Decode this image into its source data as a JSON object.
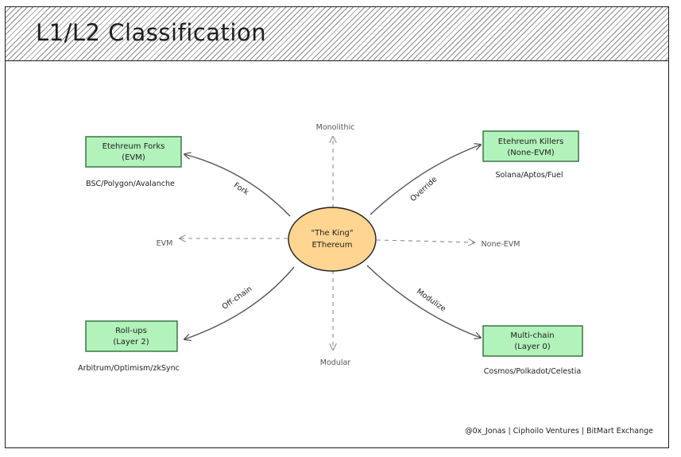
{
  "title": "L1/L2 Classification",
  "center": {
    "line1": "\"The King\"",
    "line2": "EThereum"
  },
  "axes": {
    "top": "Monolithic",
    "bottom": "Modular",
    "left": "EVM",
    "right": "None-EVM"
  },
  "nodes": {
    "top_left": {
      "line1": "Etehreum Forks",
      "line2": "(EVM)",
      "examples": "BSC/Polygon/Avalanche",
      "edge": "Fork"
    },
    "top_right": {
      "line1": "Etehreum Killers",
      "line2": "(None-EVM)",
      "examples": "Solana/Aptos/Fuel",
      "edge": "Override"
    },
    "bottom_left": {
      "line1": "Roll-ups",
      "line2": "(Layer 2)",
      "examples": "Arbitrum/Optimism/zkSync",
      "edge": "Off-chain"
    },
    "bottom_right": {
      "line1": "Multi-chain",
      "line2": "(Layer 0)",
      "examples": "Cosmos/Polkadot/Celestia",
      "edge": "Modulize"
    }
  },
  "credit": "@0x_Jonas | Ciphoilo Ventures | BitMart Exchange",
  "colors": {
    "box_fill": "#b2f2bb",
    "box_stroke": "#2f6b3a",
    "center_fill": "#ffd591",
    "center_stroke": "#1e1e1e",
    "axis": "#8c8c8c",
    "arrow": "#555555"
  }
}
